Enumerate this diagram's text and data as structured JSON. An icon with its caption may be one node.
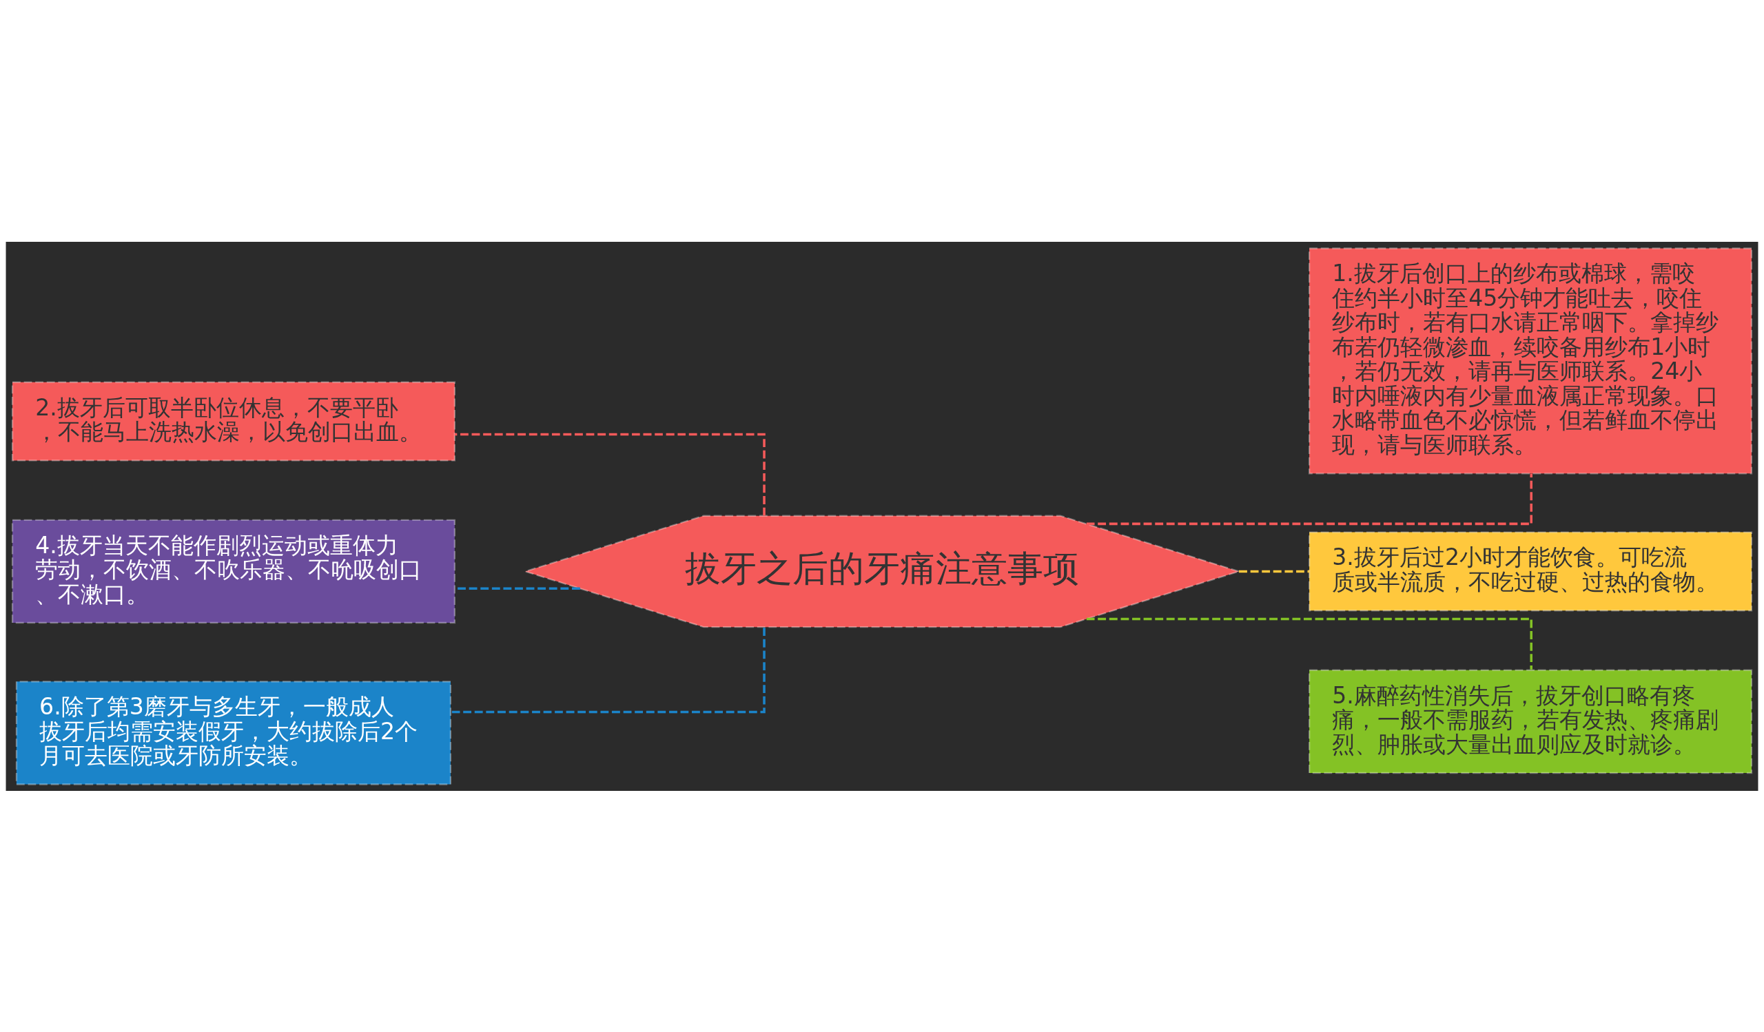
{
  "diagram": {
    "nodes": [
      {
        "text": [
          "拔牙之后的牙痛注意事项"
        ]
      },
      {
        "text": [
          "1.拔牙后创口上的纱布或棉球，需咬住约半小时至45分钟才能吐去，咬住纱布时，若有口水请正常咽下。拿掉纱布若仍轻微渗血，续咬备用纱布1小时，若仍无效，请再与医师联系。24小时内唾液内有少量血液属正常现象。口水略带血色不必惊慌，但若鲜血不停出现，请与医师联系。"
        ]
      },
      {
        "text": [
          "2.拔牙后可取半卧位休息，不要平卧，不能马上洗热水澡，以免创口出血。"
        ]
      },
      {
        "text": [
          "3.拔牙后过2小时才能饮食。可吃流质或半流质，不吃过硬、过热的食物。"
        ]
      },
      {
        "text": [
          "4.拔牙当天不能作剧烈运动或重体力劳动，不饮酒、不吹乐器、不吮吸创口、不漱口。"
        ]
      },
      {
        "text": [
          "5.麻醉药性消失后，拔牙创口略有疼痛，一般不需服药，若有发热、疼痛剧烈、肿胀或大量出血则应及时就诊。"
        ]
      },
      {
        "text": [
          "6.除了第3磨牙与多生牙，一般成人拔牙后均需安装假牙，大约拔除后2个月可去医院或牙防所安装。"
        ]
      }
    ],
    "edges": [
      {
        "from": 0,
        "to": 1,
        "arrow": "none",
        "style": "dashed",
        "color": "#f55a5a"
      },
      {
        "from": 0,
        "to": 2,
        "arrow": "none",
        "style": "dashed",
        "color": "#f55a5a"
      },
      {
        "from": 0,
        "to": 3,
        "arrow": "none",
        "style": "dashed",
        "color": "#ffc83d"
      },
      {
        "from": 0,
        "to": 4,
        "arrow": "none",
        "style": "dashed",
        "color": "#1b84c9"
      },
      {
        "from": 0,
        "to": 5,
        "arrow": "none",
        "style": "dashed",
        "color": "#84c225"
      },
      {
        "from": 0,
        "to": 6,
        "arrow": "none",
        "style": "dashed",
        "color": "#1b84c9"
      }
    ]
  }
}
